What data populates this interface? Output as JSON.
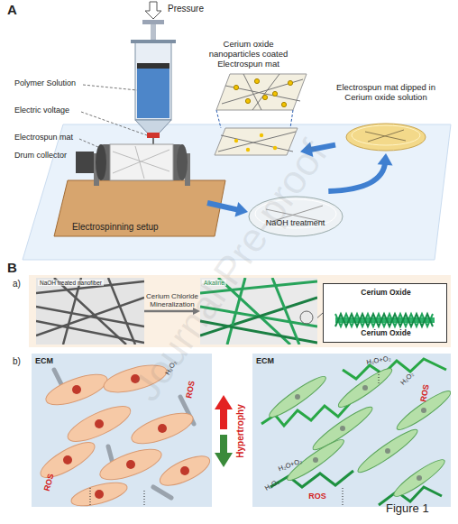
{
  "diagram": {
    "caption": "Figure 1",
    "nodes": [
      {
        "text": [
          "Cerium oxide nanoparticles coated Electrospun mat"
        ]
      },
      {
        "text": [
          "Electrospun mat dipped in Cerium oxide solution"
        ]
      },
      {
        "text": [
          "Electrospinning setup"
        ]
      },
      {
        "text": [
          "NaOH treatment"
        ]
      },
      {
        "text": [
          "NaOH treated nanofiber"
        ]
      },
      {
        "text": [
          "Alkaline"
        ]
      },
      {
        "text": [
          "Cerium Oxide",
          "Cerium Oxide"
        ]
      },
      {
        "text": [
          "ECM"
        ]
      },
      {
        "text": [
          "ECM"
        ]
      }
    ],
    "edges": [
      {
        "from": 2,
        "to": 3,
        "arrow": "to"
      },
      {
        "from": 3,
        "to": 1,
        "arrow": "to"
      },
      {
        "from": 1,
        "to": 0,
        "arrow": "to"
      },
      {
        "from": 4,
        "to": 5,
        "label": "Cerium Chloride Mineralization",
        "arrow": "to"
      },
      {
        "from": 5,
        "to": 6,
        "arrow": "none"
      }
    ],
    "labels": [
      "A",
      "Pressure",
      "Polymer Solution",
      "Electric voltage",
      "Electrospun mat",
      "Drum collector",
      "B",
      "a)",
      "b)",
      "H₂O₂",
      "ROS",
      "ROS",
      "Hypertrophy",
      "H₂O+O₂",
      "H₂O₂",
      "ROS",
      "H₂O₂",
      "H₂O+O₂",
      "ROS",
      "Journal Pre-proof"
    ]
  }
}
